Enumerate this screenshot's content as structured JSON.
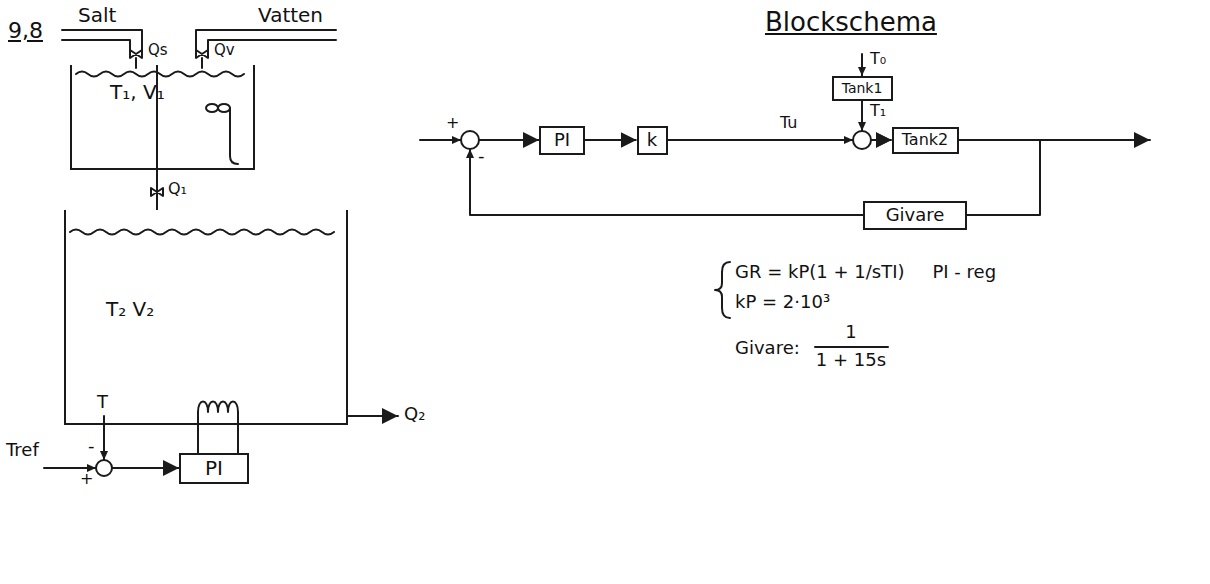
{
  "diagram": {
    "title": "Blockschema",
    "nodes": [
      {
        "text": [
          "T₁, V₁"
        ]
      },
      {
        "text": [
          "T₂ V₂"
        ]
      },
      {
        "text": [
          "PI"
        ]
      },
      {
        "text": [
          "Tank1"
        ]
      },
      {
        "text": [
          "PI"
        ]
      },
      {
        "text": [
          "k"
        ]
      },
      {
        "text": [
          "Tank2"
        ]
      },
      {
        "text": [
          "Givare"
        ]
      }
    ],
    "edges": [
      {
        "from": 0,
        "to": 1,
        "arrow": "none"
      },
      {
        "from": 4,
        "to": 5,
        "arrow": "to"
      },
      {
        "from": 5,
        "to": 6,
        "arrow": "to",
        "label": "Tu"
      },
      {
        "from": 3,
        "to": 6,
        "arrow": "to",
        "label": "T₁"
      },
      {
        "from": 6,
        "to": 7,
        "arrow": "none"
      },
      {
        "from": 7,
        "to": 4,
        "arrow": "to"
      }
    ],
    "labels": [
      "9,8",
      "Salt",
      "Vatten",
      "Qs",
      "Qv",
      "Q₁",
      "Q₂",
      "T",
      "Tref",
      "-",
      "+",
      "+",
      "-",
      "T₀",
      "GR = kP(1 + 1/sTI)",
      "PI - reg",
      "kP = 2·10³",
      "Givare:",
      "1",
      "1 + 15s"
    ]
  }
}
